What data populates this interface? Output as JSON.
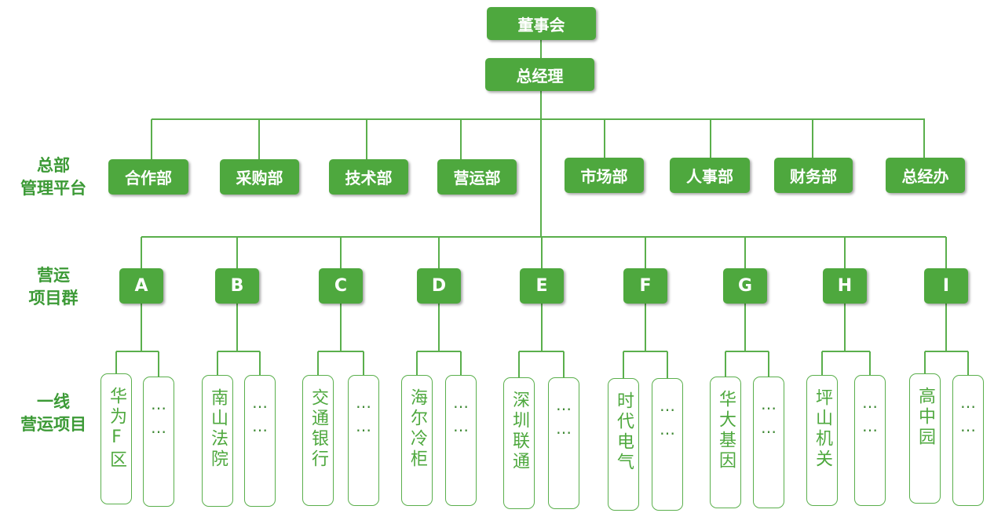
{
  "top": {
    "board": "董事会",
    "gm": "总经理"
  },
  "side_labels": {
    "hq": [
      "总部",
      "管理平台"
    ],
    "groups": [
      "营运",
      "项目群"
    ],
    "projects": [
      "一线",
      "营运项目"
    ]
  },
  "departments": [
    "合作部",
    "采购部",
    "技术部",
    "营运部",
    "市场部",
    "人事部",
    "财务部",
    "总经办"
  ],
  "groups": [
    {
      "letter": "A",
      "project": "华为F区",
      "more": "……"
    },
    {
      "letter": "B",
      "project": "南山法院",
      "more": "……"
    },
    {
      "letter": "C",
      "project": "交通银行",
      "more": "……"
    },
    {
      "letter": "D",
      "project": "海尔冷柜",
      "more": "……"
    },
    {
      "letter": "E",
      "project": "深圳联通",
      "more": "……"
    },
    {
      "letter": "F",
      "project": "时代电气",
      "more": "……"
    },
    {
      "letter": "G",
      "project": "华大基因",
      "more": "……"
    },
    {
      "letter": "H",
      "project": "坪山机关",
      "more": "……"
    },
    {
      "letter": "I",
      "project": "高中园",
      "more": "……"
    }
  ],
  "colors": {
    "box_fill": "#4ea83e",
    "line": "#5aaf4c",
    "label": "#3c9a36"
  }
}
